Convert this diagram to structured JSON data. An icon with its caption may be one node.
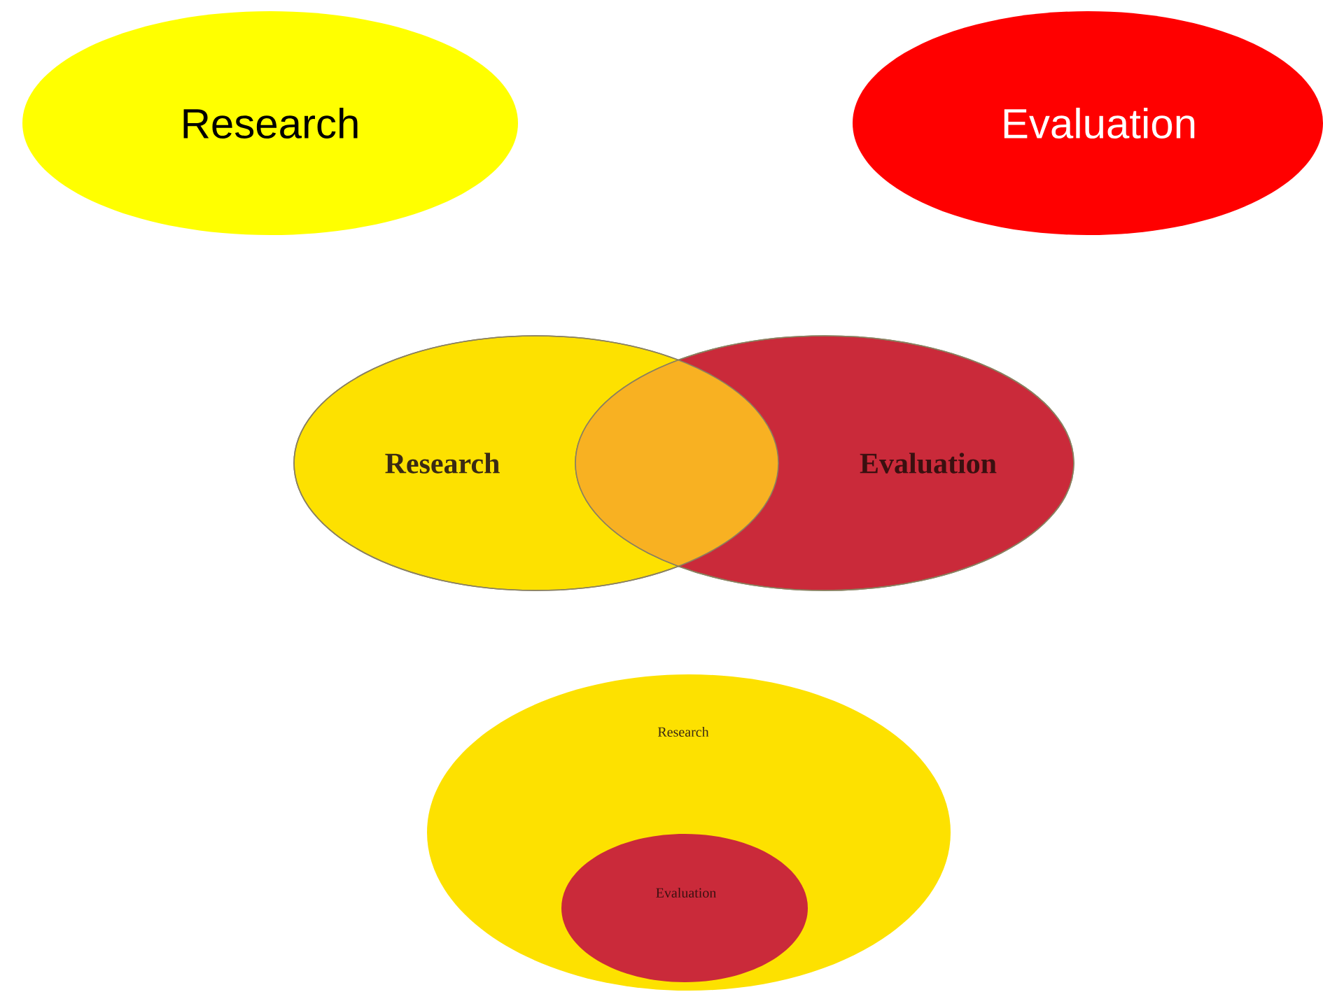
{
  "diagram": {
    "nodes": [
      {
        "text": [
          "Research"
        ]
      },
      {
        "text": [
          "Evaluation"
        ]
      },
      {
        "text": [
          "Research"
        ]
      },
      {
        "text": [
          "Evaluation"
        ]
      },
      {
        "text": [
          "Research"
        ]
      },
      {
        "text": [
          "Evaluation"
        ],
        "in": 4
      }
    ]
  }
}
